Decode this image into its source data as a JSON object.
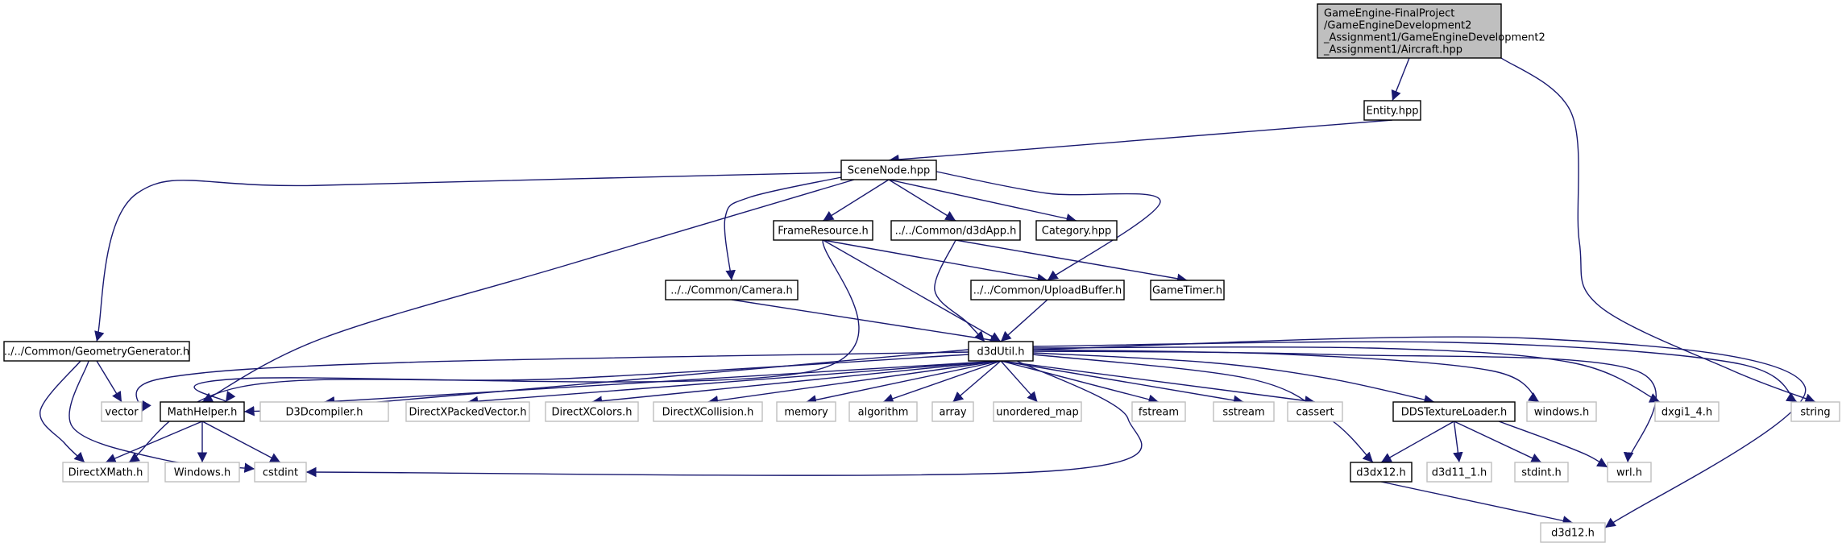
{
  "diagram": {
    "type": "include-dependency-graph",
    "colors": {
      "edge": "#191970",
      "root_fill": "#bfbfbf",
      "internal_border": "#000000",
      "external_border": "#bfbfbf"
    },
    "nodes": [
      {
        "id": "aircraft",
        "lines": [
          "GameEngine-FinalProject",
          "/GameEngineDevelopment2",
          "_Assignment1/GameEngineDevelopment2",
          "_Assignment1/Aircraft.hpp"
        ],
        "kind": "root"
      },
      {
        "id": "entity",
        "lines": [
          "Entity.hpp"
        ],
        "kind": "int"
      },
      {
        "id": "scenenode",
        "lines": [
          "SceneNode.hpp"
        ],
        "kind": "int"
      },
      {
        "id": "frameresource",
        "lines": [
          "FrameResource.h"
        ],
        "kind": "int"
      },
      {
        "id": "d3dapp",
        "lines": [
          "../../Common/d3dApp.h"
        ],
        "kind": "int"
      },
      {
        "id": "category",
        "lines": [
          "Category.hpp"
        ],
        "kind": "int"
      },
      {
        "id": "camera",
        "lines": [
          "../../Common/Camera.h"
        ],
        "kind": "int"
      },
      {
        "id": "uploadbuffer",
        "lines": [
          "../../Common/UploadBuffer.h"
        ],
        "kind": "int"
      },
      {
        "id": "gametimer",
        "lines": [
          "GameTimer.h"
        ],
        "kind": "int"
      },
      {
        "id": "geometrygenerator",
        "lines": [
          "../../Common/GeometryGenerator.h"
        ],
        "kind": "int"
      },
      {
        "id": "d3dutil",
        "lines": [
          "d3dUtil.h"
        ],
        "kind": "int"
      },
      {
        "id": "vector",
        "lines": [
          "vector"
        ],
        "kind": "ext"
      },
      {
        "id": "mathhelper",
        "lines": [
          "MathHelper.h"
        ],
        "kind": "int"
      },
      {
        "id": "d3dcompiler",
        "lines": [
          "D3Dcompiler.h"
        ],
        "kind": "ext"
      },
      {
        "id": "dxpackedvector",
        "lines": [
          "DirectXPackedVector.h"
        ],
        "kind": "ext"
      },
      {
        "id": "dxcolors",
        "lines": [
          "DirectXColors.h"
        ],
        "kind": "ext"
      },
      {
        "id": "dxcollision",
        "lines": [
          "DirectXCollision.h"
        ],
        "kind": "ext"
      },
      {
        "id": "memory",
        "lines": [
          "memory"
        ],
        "kind": "ext"
      },
      {
        "id": "algorithm",
        "lines": [
          "algorithm"
        ],
        "kind": "ext"
      },
      {
        "id": "array",
        "lines": [
          "array"
        ],
        "kind": "ext"
      },
      {
        "id": "unordered_map",
        "lines": [
          "unordered_map"
        ],
        "kind": "ext"
      },
      {
        "id": "fstream",
        "lines": [
          "fstream"
        ],
        "kind": "ext"
      },
      {
        "id": "sstream",
        "lines": [
          "sstream"
        ],
        "kind": "ext"
      },
      {
        "id": "cassert",
        "lines": [
          "cassert"
        ],
        "kind": "ext"
      },
      {
        "id": "ddstextureloader",
        "lines": [
          "DDSTextureLoader.h"
        ],
        "kind": "int"
      },
      {
        "id": "windows_l",
        "lines": [
          "windows.h"
        ],
        "kind": "ext"
      },
      {
        "id": "dxgi1_4",
        "lines": [
          "dxgi1_4.h"
        ],
        "kind": "ext"
      },
      {
        "id": "string",
        "lines": [
          "string"
        ],
        "kind": "ext"
      },
      {
        "id": "directxmath",
        "lines": [
          "DirectXMath.h"
        ],
        "kind": "ext"
      },
      {
        "id": "windows_u",
        "lines": [
          "Windows.h"
        ],
        "kind": "ext"
      },
      {
        "id": "cstdint",
        "lines": [
          "cstdint"
        ],
        "kind": "ext"
      },
      {
        "id": "d3dx12",
        "lines": [
          "d3dx12.h"
        ],
        "kind": "int"
      },
      {
        "id": "d3d11_1",
        "lines": [
          "d3d11_1.h"
        ],
        "kind": "ext"
      },
      {
        "id": "stdint",
        "lines": [
          "stdint.h"
        ],
        "kind": "ext"
      },
      {
        "id": "wrl",
        "lines": [
          "wrl.h"
        ],
        "kind": "ext"
      },
      {
        "id": "d3d12",
        "lines": [
          "d3d12.h"
        ],
        "kind": "ext"
      }
    ],
    "edges": [
      [
        "aircraft",
        "entity"
      ],
      [
        "aircraft",
        "string"
      ],
      [
        "entity",
        "scenenode"
      ],
      [
        "scenenode",
        "geometrygenerator"
      ],
      [
        "scenenode",
        "mathhelper"
      ],
      [
        "scenenode",
        "camera"
      ],
      [
        "scenenode",
        "frameresource"
      ],
      [
        "scenenode",
        "d3dapp"
      ],
      [
        "scenenode",
        "category"
      ],
      [
        "scenenode",
        "uploadbuffer"
      ],
      [
        "frameresource",
        "d3dutil"
      ],
      [
        "frameresource",
        "uploadbuffer"
      ],
      [
        "frameresource",
        "mathhelper"
      ],
      [
        "d3dapp",
        "d3dutil"
      ],
      [
        "d3dapp",
        "gametimer"
      ],
      [
        "camera",
        "d3dutil"
      ],
      [
        "uploadbuffer",
        "d3dutil"
      ],
      [
        "geometrygenerator",
        "vector"
      ],
      [
        "geometrygenerator",
        "directxmath"
      ],
      [
        "geometrygenerator",
        "cstdint"
      ],
      [
        "d3dutil",
        "vector"
      ],
      [
        "d3dutil",
        "mathhelper"
      ],
      [
        "d3dutil",
        "d3dcompiler"
      ],
      [
        "d3dutil",
        "dxpackedvector"
      ],
      [
        "d3dutil",
        "dxcolors"
      ],
      [
        "d3dutil",
        "dxcollision"
      ],
      [
        "d3dutil",
        "memory"
      ],
      [
        "d3dutil",
        "algorithm"
      ],
      [
        "d3dutil",
        "array"
      ],
      [
        "d3dutil",
        "unordered_map"
      ],
      [
        "d3dutil",
        "fstream"
      ],
      [
        "d3dutil",
        "sstream"
      ],
      [
        "d3dutil",
        "cassert"
      ],
      [
        "d3dutil",
        "ddstextureloader"
      ],
      [
        "d3dutil",
        "windows_l"
      ],
      [
        "d3dutil",
        "dxgi1_4"
      ],
      [
        "d3dutil",
        "string"
      ],
      [
        "d3dutil",
        "directxmath"
      ],
      [
        "d3dutil",
        "cstdint"
      ],
      [
        "d3dutil",
        "d3dx12"
      ],
      [
        "d3dutil",
        "wrl"
      ],
      [
        "d3dutil",
        "d3d12"
      ],
      [
        "mathhelper",
        "directxmath"
      ],
      [
        "mathhelper",
        "windows_u"
      ],
      [
        "mathhelper",
        "cstdint"
      ],
      [
        "ddstextureloader",
        "d3dx12"
      ],
      [
        "ddstextureloader",
        "d3d11_1"
      ],
      [
        "ddstextureloader",
        "stdint"
      ],
      [
        "ddstextureloader",
        "wrl"
      ],
      [
        "d3dx12",
        "d3d12"
      ]
    ]
  }
}
